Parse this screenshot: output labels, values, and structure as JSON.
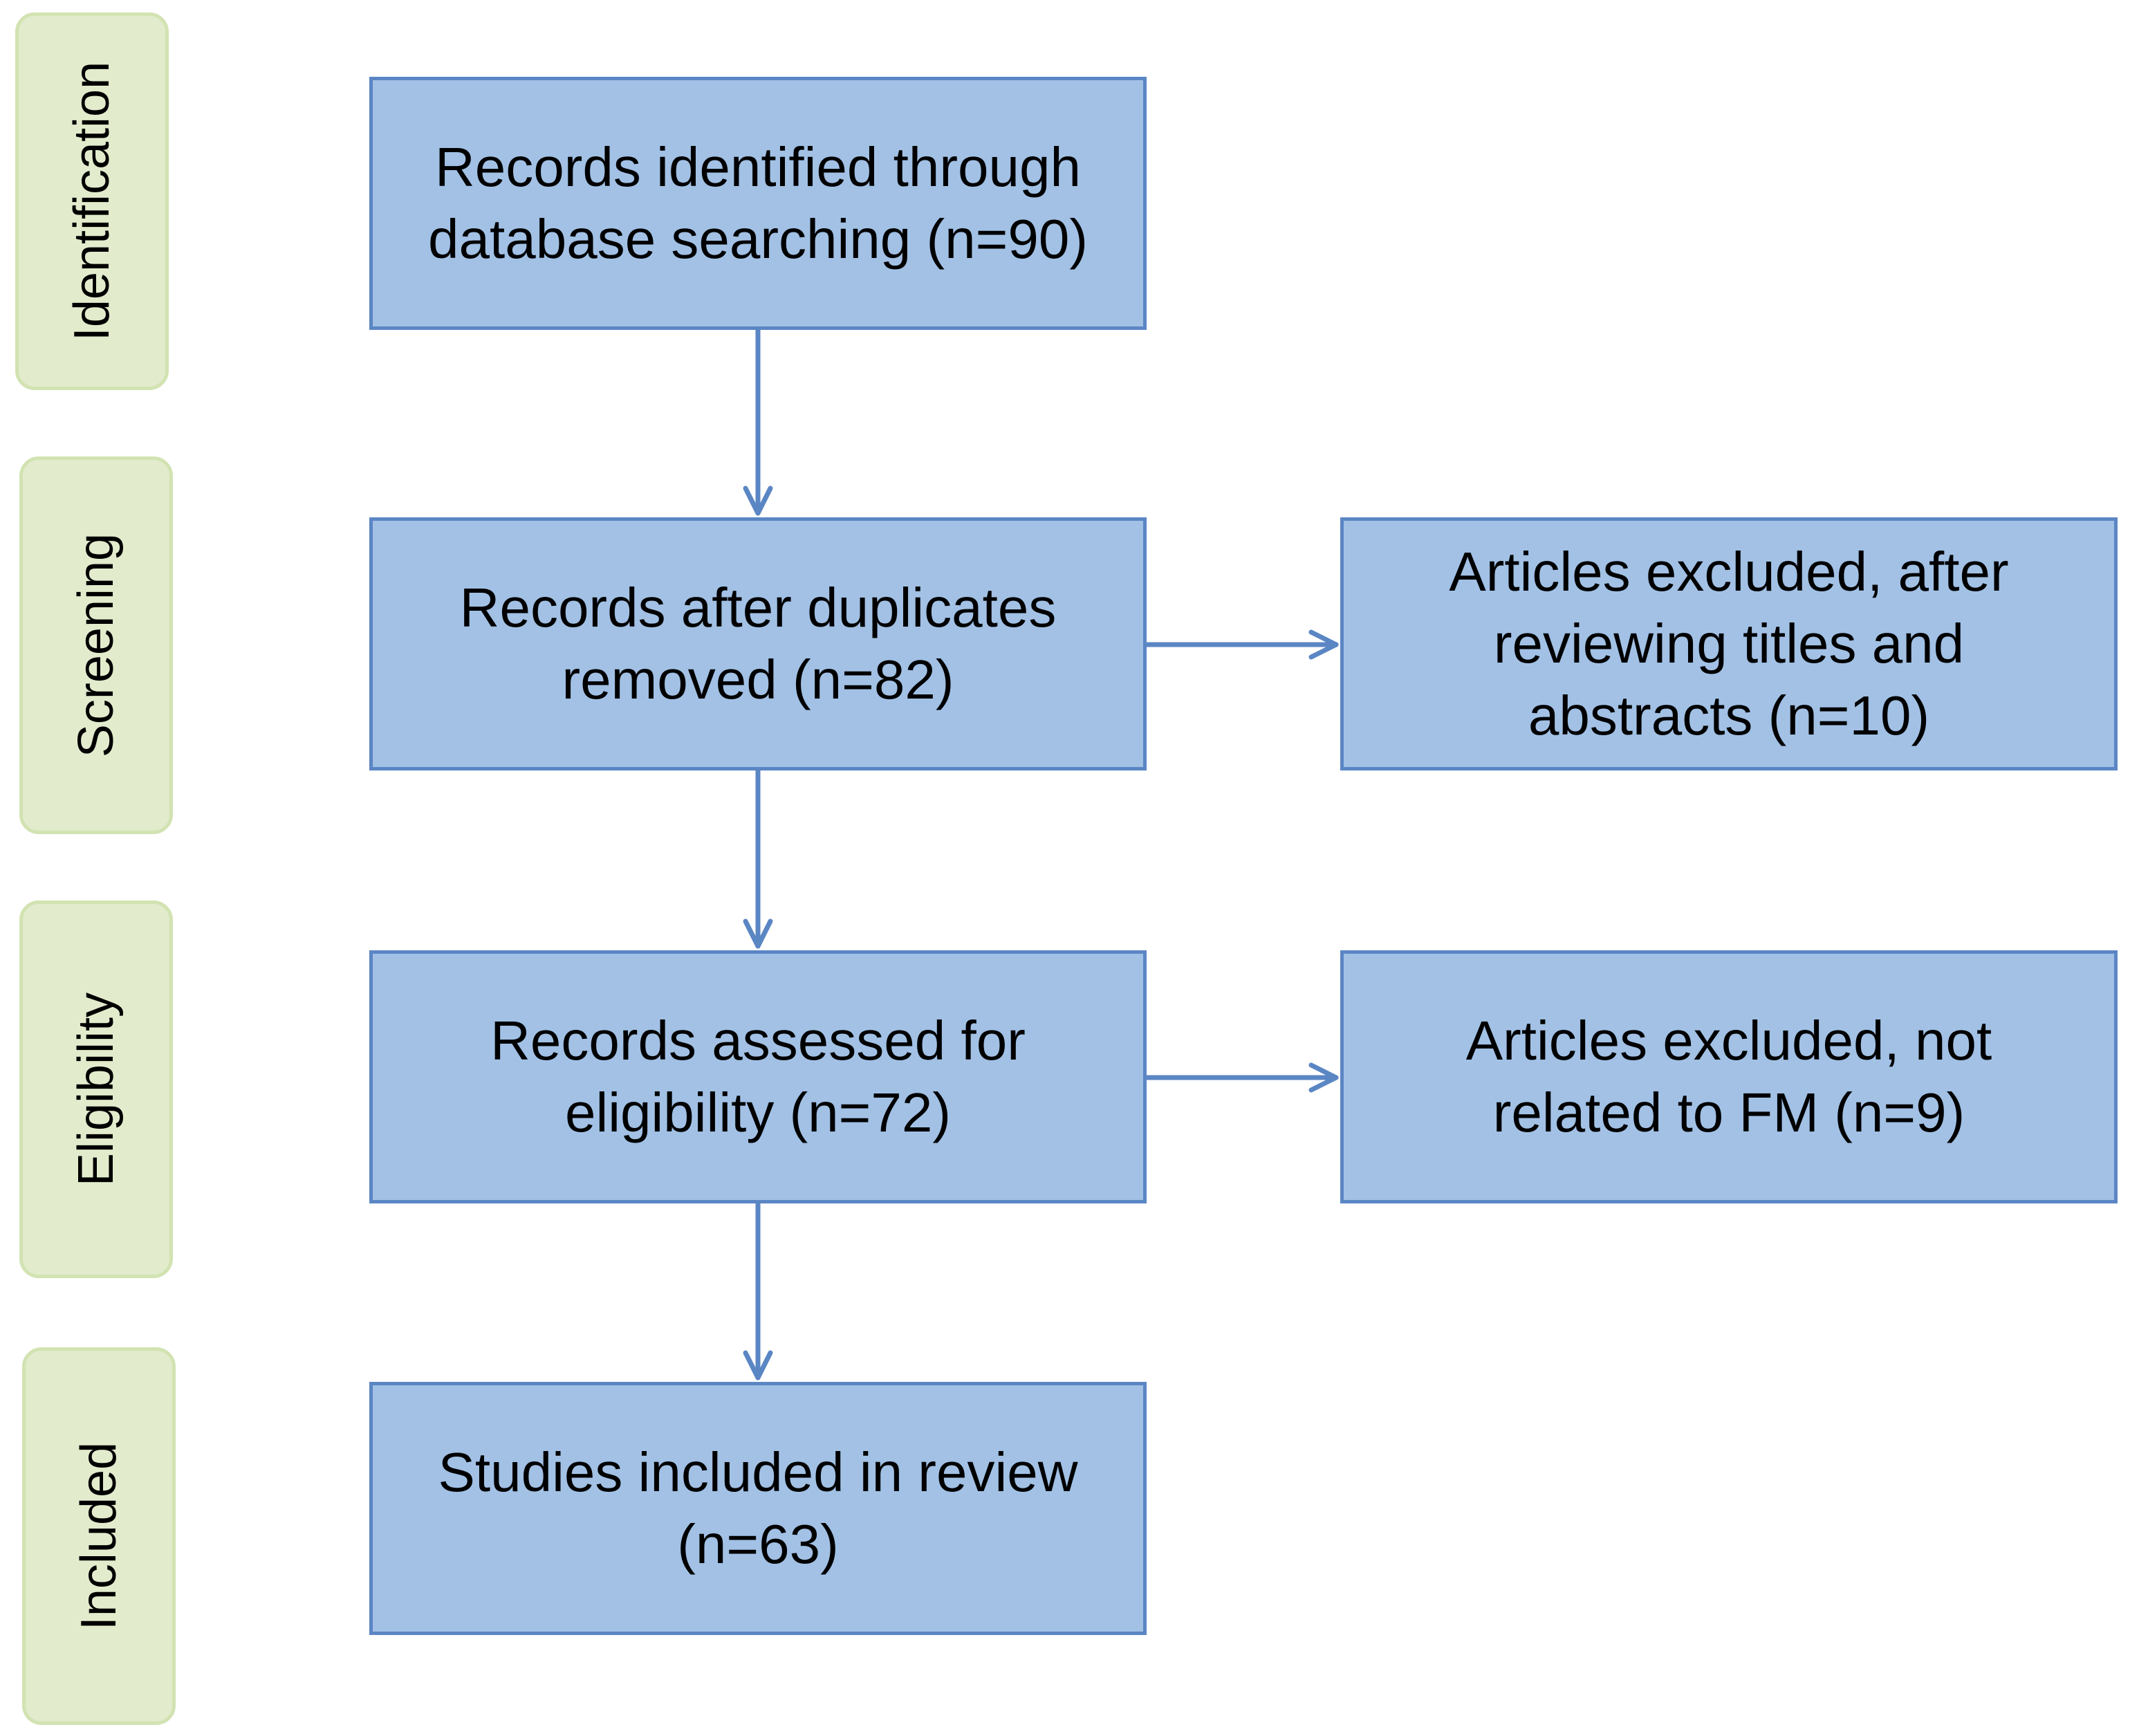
{
  "colors": {
    "box_fill": "#a2c1e5",
    "box_border": "#5b86c4",
    "stage_fill": "#e2ebcc",
    "stage_border": "#d2e3b2",
    "arrow": "#5b86c4"
  },
  "stages": {
    "identification": "Identification",
    "screening": "Screening",
    "eligibility": "Eligibility",
    "included": "Included"
  },
  "boxes": {
    "identified": {
      "line1": "Records identified through",
      "line2": "database searching (n=90)"
    },
    "after_duplicates": {
      "line1": "Records after duplicates",
      "line2": "removed (n=82)"
    },
    "excluded_titles": {
      "line1": "Articles excluded, after",
      "line2": "reviewing titles and",
      "line3": "abstracts (n=10)"
    },
    "assessed": {
      "line1": "Records assessed for",
      "line2": "eligibility (n=72)"
    },
    "excluded_fm": {
      "line1": "Articles excluded, not",
      "line2": "related to FM (n=9)"
    },
    "included": {
      "line1": "Studies included in review",
      "line2": "(n=63)"
    }
  }
}
